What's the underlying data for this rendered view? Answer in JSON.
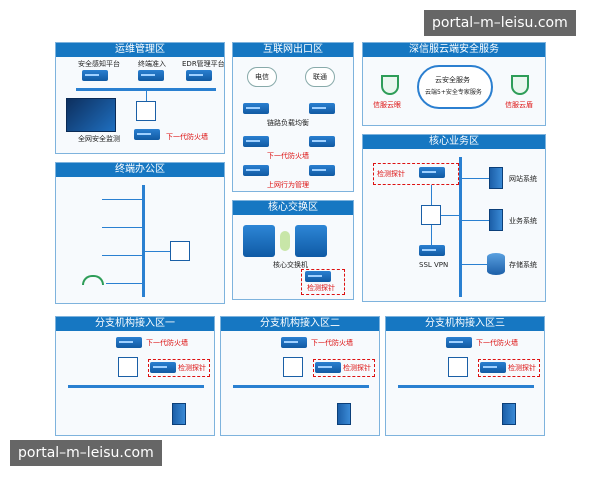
{
  "watermark_top": "portal–m–leisu.com",
  "watermark_bottom": "portal–m–leisu.com",
  "panels": {
    "ops": {
      "title": "运维管理区",
      "labels": [
        "安全感知平台",
        "终端准入",
        "EDR管理平台",
        "全网安全监测",
        "下一代防火墙"
      ]
    },
    "internet": {
      "title": "互联网出口区",
      "labels": [
        "电信",
        "联通",
        "链路负载均衡",
        "下一代防火墙",
        "上网行为管理"
      ]
    },
    "cloud": {
      "title": "深信服云端安全服务",
      "labels": [
        "云安全服务",
        "云端5+安全专家服务",
        "信服云眼",
        "信服云盾"
      ]
    },
    "office": {
      "title": "终端办公区"
    },
    "core_switch": {
      "title": "核心交换区",
      "labels": [
        "核心交换机",
        "检测探针"
      ]
    },
    "core_biz": {
      "title": "核心业务区",
      "labels": [
        "检测探针",
        "SSL VPN",
        "网站系统",
        "业务系统",
        "存储系统"
      ]
    },
    "branch1": {
      "title": "分支机构接入区一",
      "labels": [
        "下一代防火墙",
        "检测探针"
      ]
    },
    "branch2": {
      "title": "分支机构接入区二",
      "labels": [
        "下一代防火墙",
        "检测探针"
      ]
    },
    "branch3": {
      "title": "分支机构接入区三",
      "labels": [
        "下一代防火墙",
        "检测探针"
      ]
    }
  },
  "colors": {
    "header": "#1677c2",
    "accent_red": "#d11111",
    "bus": "#2a80d1"
  }
}
